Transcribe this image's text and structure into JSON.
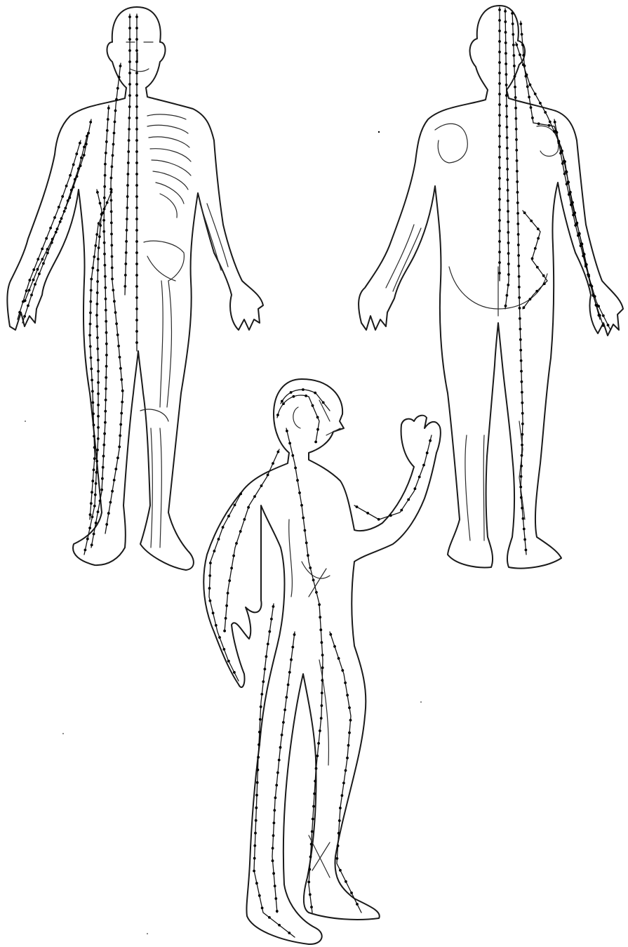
{
  "figures": [
    {
      "id": "front-view",
      "view": "anterior"
    },
    {
      "id": "back-view",
      "view": "posterior"
    },
    {
      "id": "side-view",
      "view": "lateral"
    }
  ],
  "colors": {
    "line": "#1a1a1a",
    "point": "#000000",
    "background": "#ffffff"
  },
  "marker": "acupuncture-point-dot"
}
